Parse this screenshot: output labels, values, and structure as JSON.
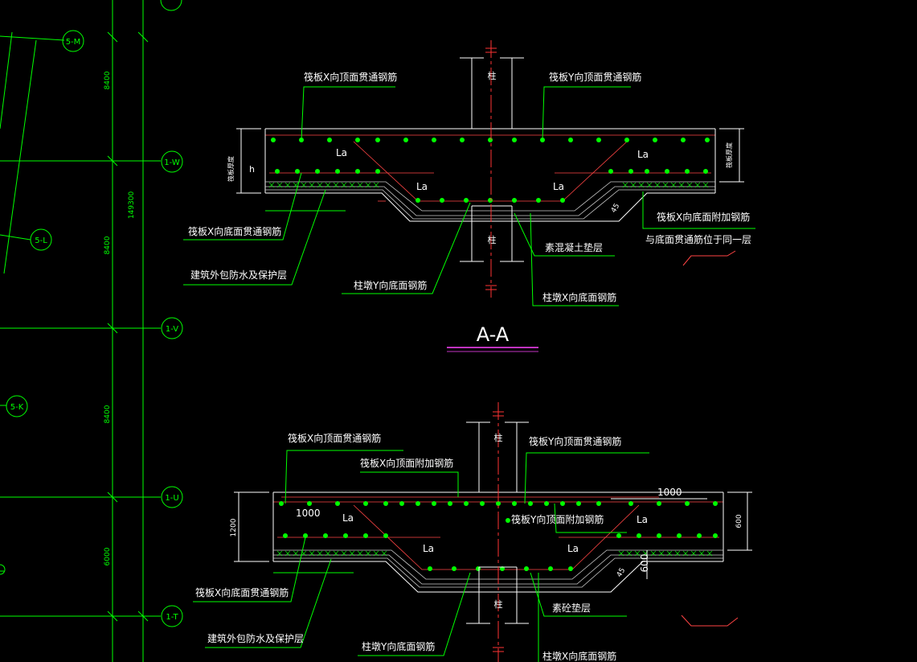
{
  "grid": {
    "bubbles": [
      {
        "id": "b5m",
        "label": "5-M"
      },
      {
        "id": "b1w",
        "label": "1-W"
      },
      {
        "id": "b5l",
        "label": "5-L"
      },
      {
        "id": "b1v",
        "label": "1-V"
      },
      {
        "id": "b5k",
        "label": "5-K"
      },
      {
        "id": "b1u",
        "label": "1-U"
      },
      {
        "id": "b1t",
        "label": "1-T"
      }
    ],
    "dims": {
      "d1": "8400",
      "d2": "8400",
      "total": "149300",
      "d3": "8400",
      "d4": "6000"
    }
  },
  "sectionA": {
    "title": "A-A",
    "col_top": "柱",
    "col_bot": "柱",
    "la1": "La",
    "la2": "La",
    "la3": "La",
    "la4": "La",
    "h_label": "h",
    "thick_left": "筏板厚度",
    "thick_right": "筏板厚度",
    "labels": {
      "x_top": "筏板X向顶面贯通钢筋",
      "y_top": "筏板Y向顶面贯通钢筋",
      "x_bottom": "筏板X向底面贯通钢筋",
      "waterproof": "建筑外包防水及保护层",
      "cap_y": "柱墩Y向底面钢筋",
      "cushion": "素混凝土垫层",
      "cap_x": "柱墩X向底面钢筋",
      "x_bottom_add": "筏板X向底面附加钢筋",
      "same_layer": "与底面贯通筋位于同一层"
    },
    "angle": "45"
  },
  "sectionB": {
    "col_top": "柱",
    "col_bot": "柱",
    "dim1000_right": "1000",
    "dim1000_left": "1000",
    "dim600_right": "600",
    "dim600_slope": "600",
    "dim_left": "1200",
    "la1": "La",
    "la2": "La",
    "la3": "La",
    "la4": "La",
    "angle": "45",
    "labels": {
      "x_top": "筏板X向顶面贯通钢筋",
      "x_top_add": "筏板X向顶面附加钢筋",
      "y_top": "筏板Y向顶面贯通钢筋",
      "y_top_add": "筏板Y向顶面附加钢筋",
      "x_bottom": "筏板X向底面贯通钢筋",
      "waterproof": "建筑外包防水及保护层",
      "cap_y": "柱墩Y向底面钢筋",
      "cushion": "素砼垫层",
      "cap_x": "柱墩X向底面钢筋"
    }
  }
}
